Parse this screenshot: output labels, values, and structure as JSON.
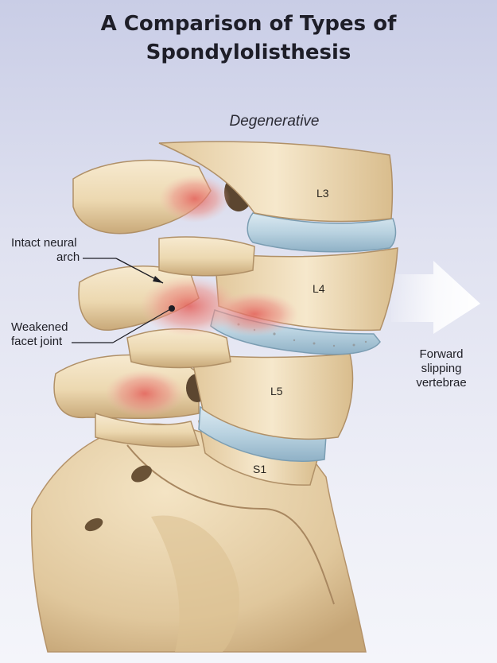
{
  "title": {
    "line1": "A Comparison of Types of",
    "line2": "Spondylolisthesis"
  },
  "subtitle": "Degenerative",
  "callouts": {
    "intact_line1": "Intact neural",
    "intact_line2": "arch",
    "weakened_line1": "Weakened",
    "weakened_line2": "facet joint",
    "forward_line1": "Forward",
    "forward_line2": "slipping",
    "forward_line3": "vertebrae"
  },
  "vertebrae": {
    "l3": "L3",
    "l4": "L4",
    "l5": "L5",
    "s1": "S1"
  },
  "colors": {
    "bone": "#ecd8b0",
    "bone_shadow": "#c9a979",
    "disc": "#b9d2e0",
    "inflammation": "#e8837c",
    "background": "#dfe1f0"
  }
}
